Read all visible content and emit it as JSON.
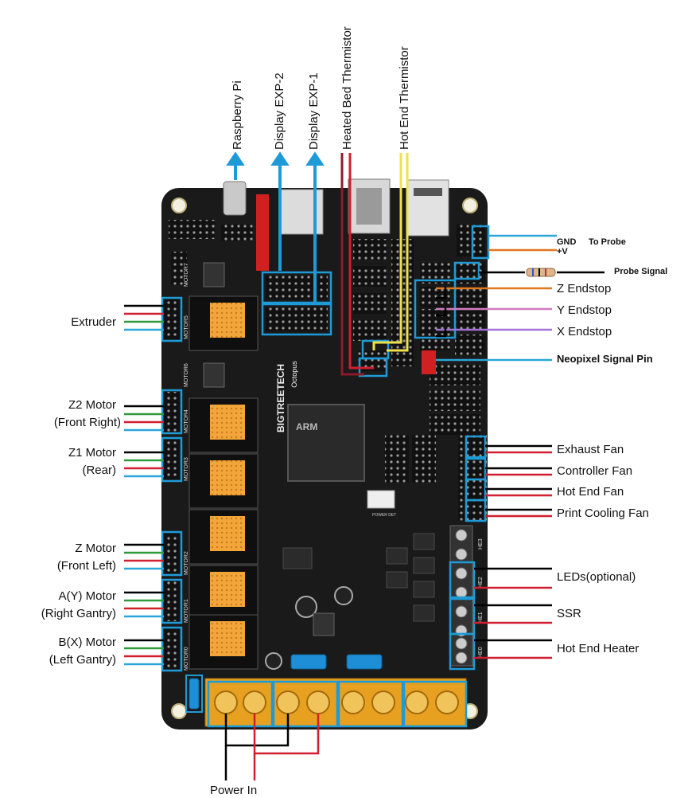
{
  "top_labels": {
    "raspberry_pi": "Raspberry Pi",
    "display_exp2": "Display EXP-2",
    "display_exp1": "Display EXP-1",
    "heated_bed_thermistor": "Heated Bed Thermistor",
    "hot_end_thermistor": "Hot End Thermistor"
  },
  "left_labels": {
    "extruder": "Extruder",
    "z2_motor": "Z2 Motor",
    "z2_sub": "(Front Right)",
    "z1_motor": "Z1 Motor",
    "z1_sub": "(Rear)",
    "z_motor": "Z Motor",
    "z_sub": "(Front Left)",
    "a_motor": "A(Y) Motor",
    "a_sub": "(Right Gantry)",
    "b_motor": "B(X) Motor",
    "b_sub": "(Left Gantry)"
  },
  "right_labels": {
    "gnd": "GND",
    "plus_v": "+V",
    "to_probe": "To Probe",
    "probe_signal": "Probe Signal",
    "z_endstop": "Z Endstop",
    "y_endstop": "Y Endstop",
    "x_endstop": "X Endstop",
    "neopixel": "Neopixel Signal Pin",
    "exhaust_fan": "Exhaust Fan",
    "controller_fan": "Controller Fan",
    "hot_end_fan": "Hot End Fan",
    "print_cooling_fan": "Print Cooling Fan",
    "leds": "LEDs(optional)",
    "ssr": "SSR",
    "hot_end_heater": "Hot End Heater"
  },
  "bottom_labels": {
    "power_in": "Power In"
  },
  "board_text": {
    "brand": "BIGTREETECH",
    "model": "Octopus",
    "mcu_brand": "ARM",
    "motor_slots": [
      "MOTOR7",
      "MOTOR6",
      "MOTOR5",
      "MOTOR4",
      "MOTOR3",
      "MOTOR2",
      "MOTOR1",
      "MOTOR0"
    ],
    "heater_slots": [
      "HE3",
      "HE2",
      "HE1",
      "HE0"
    ],
    "power_det": "POWER DET"
  },
  "colors": {
    "board": "#1a1a1a",
    "highlight": "#1e9bd7",
    "wire_black": "#000000",
    "wire_red": "#d01f2f",
    "wire_green": "#2e9a3a",
    "wire_blue": "#2aa6d9",
    "wire_orange": "#e0781e",
    "wire_pink": "#d47bc0",
    "wire_purple": "#a472d6",
    "wire_yellow": "#f0e14a",
    "wire_darkred": "#8c1b2a",
    "driver": "#f2a63a",
    "terminal": "#e8a020",
    "header_red": "#d02020"
  },
  "icons": [
    "arrow-up-icon",
    "usb-c-icon",
    "usb-a-icon",
    "ethernet-icon",
    "fuse-icon",
    "mcu-chip-icon",
    "resistor-icon"
  ]
}
